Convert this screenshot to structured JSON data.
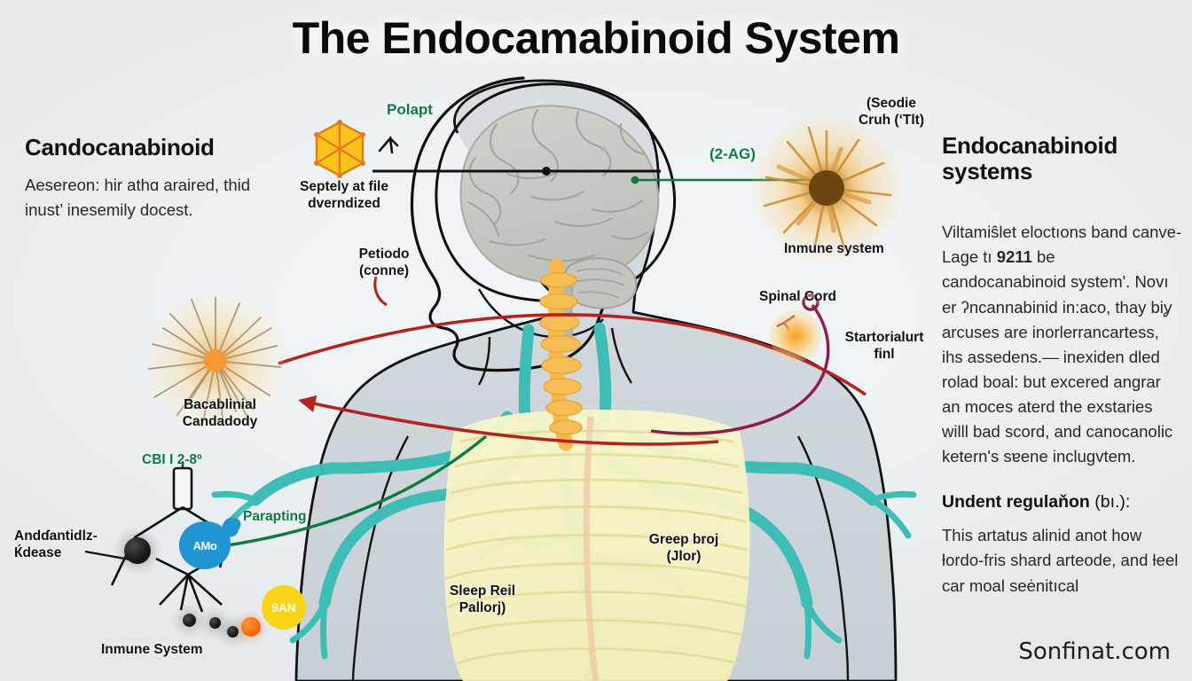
{
  "title": "The Endocamabinoid System",
  "watermark": "Sonfinat.com",
  "colors": {
    "background": "#e4e8ea",
    "brain_gray": "#c9c9c4",
    "nerve_teal": "#3ebdb6",
    "spine_orange": "#f5b94c",
    "rib_yellow": "#f7f4c4",
    "arrow_red": "#b3241f",
    "arrow_maroon": "#8e1b48",
    "arrow_green": "#0d7a43",
    "molecule_gold": "#f6b916",
    "receptor_blue": "#2196d4",
    "ligand_yellow": "#f7d417",
    "accent_orange": "#f4610f"
  },
  "left_column": {
    "heading": "Candocanabinoid",
    "body": "Aesereon: hir athɑ araired, thid inust’ inesemily docest."
  },
  "right_column": {
    "heading": "Endocanabinoid systems",
    "paragraph_1_pre": "Viltamiŝlet eloctıons band canve-Lage tı ",
    "paragraph_1_bold": "9211",
    "paragraph_1_post": " be candocanabinoid system'. Novı er ʔncannabinid in:aco, thay biỿ arcuses are inorlerrancartess, ihs assedens.— inexiden dled rolad boal: but excered angrar an moces aterd the exstaries willl bad scord, and canocanolic ketern's sɐene inclugvtem.",
    "subheading_bold": "Undent regulaňon",
    "subheading_reg": " (bı.):",
    "paragraph_2": "This artatus alinid anot how ƚordo-fris shard arteode, and ƚeel car moal seėnitıcal"
  },
  "diagram_labels": {
    "polapt": "Polapt",
    "molecule_caption_line1": "Septely at file",
    "molecule_caption_line2": "dverndized",
    "two_ag": "(2-AG)",
    "seodie_line1": "(Seodie",
    "seodie_line2": "Cruh (ʻTlt)",
    "immune_system_top": "Inmune system",
    "spinal_cord": "Spinal Cord",
    "startorialurt_line1": "Startorialurt",
    "startorialurt_line2": "finl",
    "petiodo_line1": "Petiodo",
    "petiodo_line2": "(conne)",
    "bacablinial_line1": "Bacablinial",
    "bacablinial_line2": "Candadody",
    "cb1_receptor": "CBI I 2-8º",
    "parapting": "Parapting",
    "anandamide_line1": "Andɗantidlz-",
    "anandamide_line2": "Ќdease",
    "immune_system_bottom": "Inmune System",
    "sleep_line1": "Sleep Reil",
    "sleep_line2": "Pallorj)",
    "greep_line1": "Greep broj",
    "greep_line2": "(Jlor)",
    "blob_amo": "AMo",
    "circle_9an": "9AN"
  }
}
